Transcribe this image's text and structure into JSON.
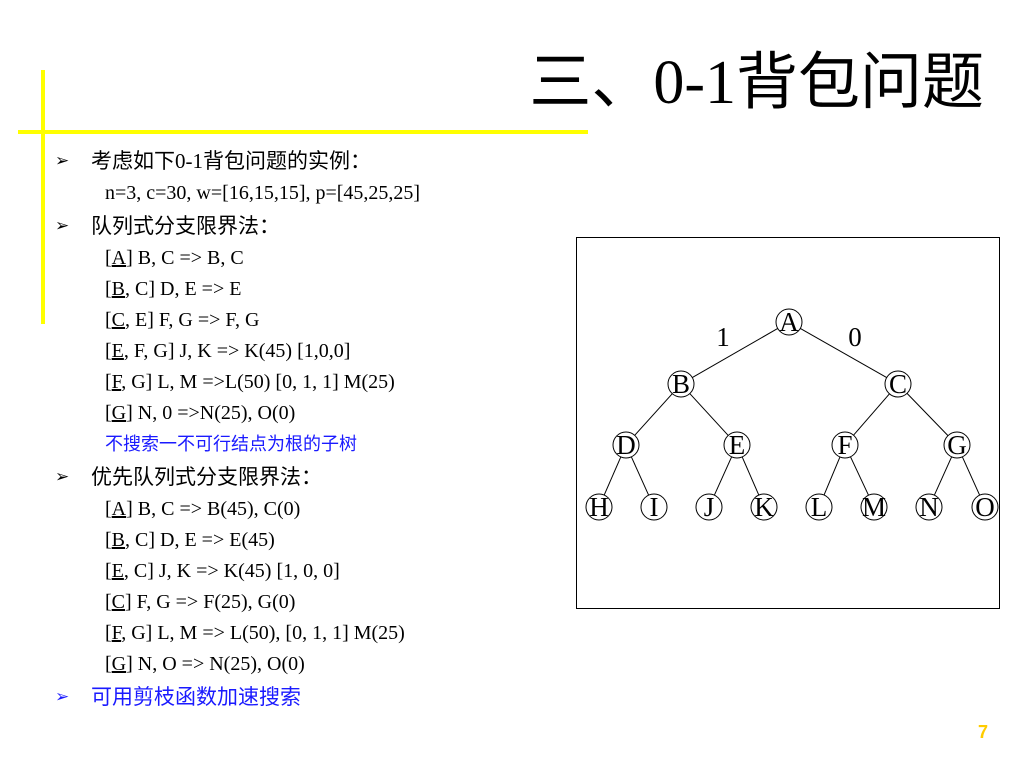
{
  "slide": {
    "title_prefix": "三、",
    "title_num": "0-1",
    "title_suffix": "背包问题",
    "page_number": "7"
  },
  "bullets": [
    {
      "text_prefix": "考虑如下",
      "text_num": "0-1",
      "text_suffix": "背包问题的实例："
    },
    {
      "text": "队列式分支限界法："
    },
    {
      "text": "优先队列式分支限界法："
    },
    {
      "text": "可用剪枝函数加速搜索"
    }
  ],
  "instance": "n=3, c=30, w=[16,15,15], p=[45,25,25]",
  "fifo_steps": [
    {
      "node": "A",
      "rest": "",
      "result": "] B, C => B, C"
    },
    {
      "node": "B",
      "rest": ", C",
      "result": "] D, E => E"
    },
    {
      "node": "C",
      "rest": ", E",
      "result": "] F, G => F, G"
    },
    {
      "node": "E",
      "rest": ", F, G",
      "result": "]  J, K => K(45) [1,0,0]"
    },
    {
      "node": "F",
      "rest": ", G",
      "result": "] L, M =>L(50) [0, 1, 1] M(25)"
    },
    {
      "node": "G",
      "rest": "",
      "result": "] N, 0 =>N(25), O(0)"
    }
  ],
  "fifo_note": "不搜索一不可行结点为根的子树",
  "priority_steps": [
    {
      "node": "A",
      "rest": "",
      "result": "] B, C => B(45), C(0)"
    },
    {
      "node": "B",
      "rest": ", C",
      "result": "] D, E => E(45)"
    },
    {
      "node": "E",
      "rest": ", C",
      "result": "] J, K => K(45) [1, 0, 0]"
    },
    {
      "node": "C",
      "rest": "",
      "result": "] F, G => F(25), G(0)"
    },
    {
      "node": "F",
      "rest": ", G",
      "result": "] L, M => L(50), [0, 1, 1] M(25)"
    },
    {
      "node": "G",
      "rest": "",
      "result": "]  N, O => N(25), O(0)"
    }
  ],
  "tree": {
    "nodes": [
      "A",
      "B",
      "C",
      "D",
      "E",
      "F",
      "G",
      "H",
      "I",
      "J",
      "K",
      "L",
      "M",
      "N",
      "O"
    ],
    "edge_labels": [
      "1",
      "0"
    ]
  },
  "colors": {
    "accent_bar": "#ffff00",
    "blue_text": "#1a1aff",
    "page_number": "#ffcc00"
  }
}
